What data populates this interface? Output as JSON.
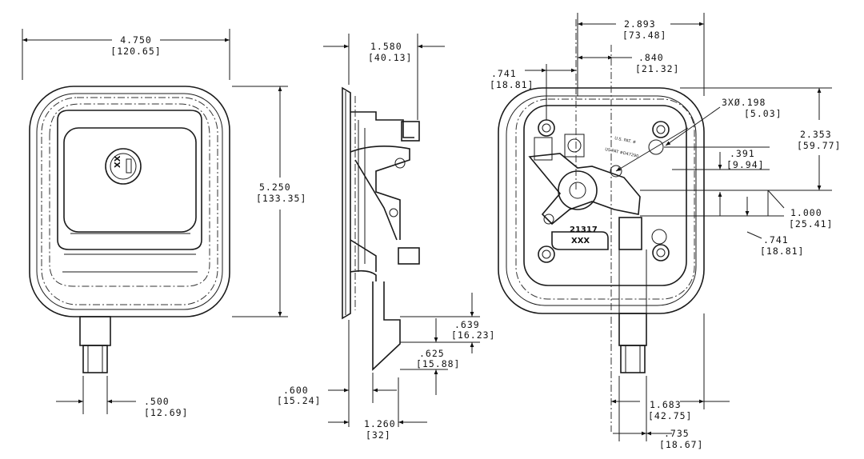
{
  "views": {
    "front": {
      "width": {
        "imperial": "4.750",
        "metric": "[120.65]"
      },
      "height": {
        "imperial": "5.250",
        "metric": "[133.35]"
      },
      "shaft_width": {
        "imperial": ".500",
        "metric": "[12.69]"
      },
      "key_label": "XX"
    },
    "side": {
      "depth": {
        "imperial": "1.580",
        "metric": "[40.13]"
      },
      "base_depth": {
        "imperial": "1.260",
        "metric": "[32]"
      },
      "shaft_offset": {
        "imperial": ".600",
        "metric": "[15.24]"
      },
      "drop_a": {
        "imperial": ".639",
        "metric": "[16.23]"
      },
      "drop_b": {
        "imperial": ".625",
        "metric": "[15.88]"
      }
    },
    "rear": {
      "overall": {
        "imperial": "2.893",
        "metric": "[73.48]"
      },
      "center_offset": {
        "imperial": ".840",
        "metric": "[21.32]"
      },
      "left_hole": {
        "imperial": ".741",
        "metric": "[18.81]"
      },
      "holes": {
        "imperial": "3XØ.198",
        "metric": "[5.03]"
      },
      "hole_spacing": {
        "imperial": "2.353",
        "metric": "[59.77]"
      },
      "upper_offset": {
        "imperial": ".391",
        "metric": "[9.94]"
      },
      "lower_offset": {
        "imperial": "1.000",
        "metric": "[25.41]"
      },
      "right_hole": {
        "imperial": ".741",
        "metric": "[18.81]"
      },
      "shaft_span": {
        "imperial": "1.683",
        "metric": "[42.75]"
      },
      "shaft_width": {
        "imperial": ".735",
        "metric": "[18.67]"
      },
      "part_number": "21317",
      "part_code": "XXX",
      "markings": [
        "U.S. PAT. #",
        "US PAT #D47290"
      ]
    }
  }
}
